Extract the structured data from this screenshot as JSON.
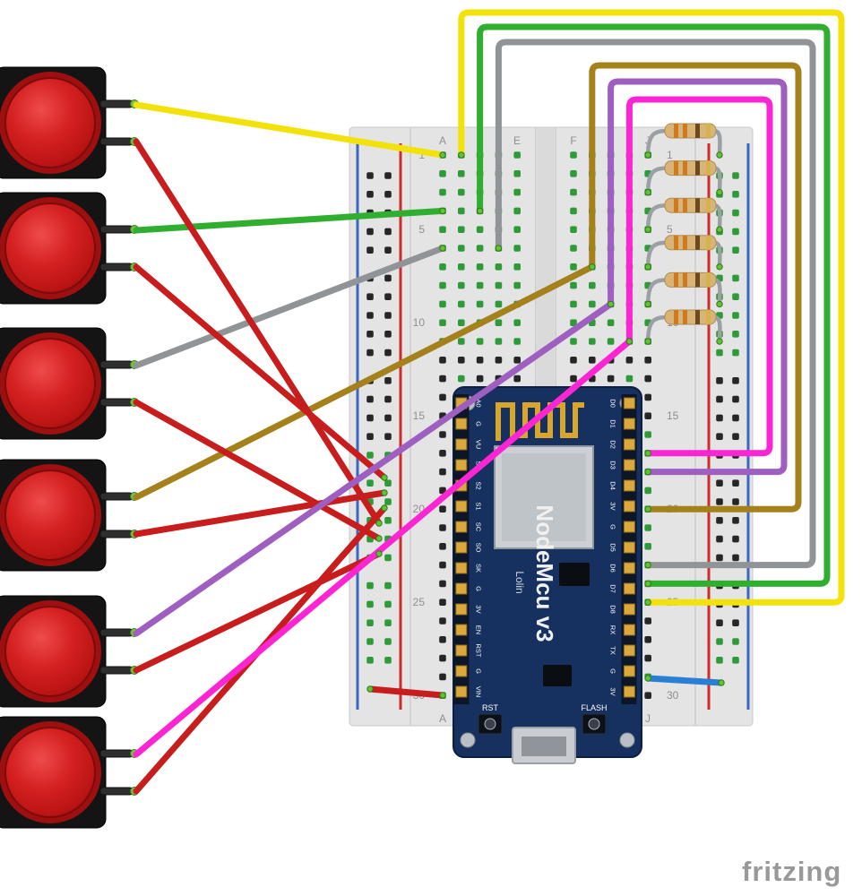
{
  "watermark": "fritzing",
  "breadboard": {
    "column_letters": [
      "A",
      "E",
      "F",
      "J"
    ],
    "row_numbers": [
      "1",
      "5",
      "10",
      "15",
      "20",
      "25",
      "30"
    ]
  },
  "nodemcu": {
    "name": "NodeMcu v3",
    "brand": "Lolin",
    "rst_label": "RST",
    "flash_label": "FLASH",
    "left_pins": [
      "A0",
      "G",
      "VU",
      "S3",
      "S2",
      "S1",
      "SC",
      "SO",
      "SK",
      "G",
      "3V",
      "EN",
      "RST",
      "G",
      "VIN"
    ],
    "right_pins": [
      "D0",
      "D1",
      "D2",
      "D3",
      "D4",
      "3V",
      "G",
      "D5",
      "D6",
      "D7",
      "D8",
      "RX",
      "TX",
      "G",
      "3V"
    ]
  },
  "components": {
    "pushbutton_count": 6,
    "resistor_count": 6
  },
  "palette": {
    "yellow": "#f2e20a",
    "green": "#2fae2f",
    "gray": "#909497",
    "brown": "#a5811c",
    "purple": "#9f5fc0",
    "magenta": "#fb25d3",
    "red": "#c81d1d",
    "blue": "#2a7fd4"
  }
}
